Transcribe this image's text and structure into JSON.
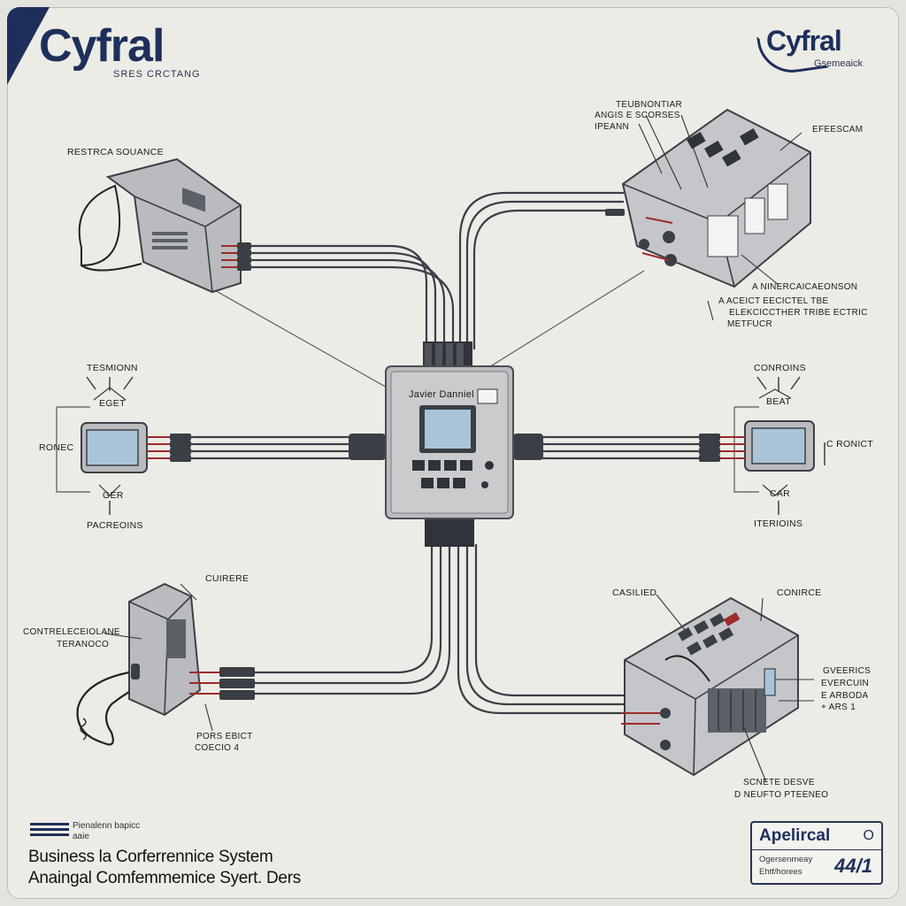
{
  "brand": {
    "logo_main": "Cyfral",
    "logo_main_sub": "SRES CRCTANG",
    "logo_corner": "Cyfral",
    "logo_corner_sub": "Gsemeaick"
  },
  "central_unit": {
    "panel_label": "Javier Danniel"
  },
  "labels": {
    "top_left_device": "RESTRCA SOUANCE",
    "top_right_1": "TEUBNONTIAR",
    "top_right_2": "ANGIS E SCORSES",
    "top_right_3": "IPEANN",
    "top_right_side": "EFEESCAM",
    "top_right_bottom_1": "A NINERCAICAEONSON",
    "top_right_bottom_2": "A ACEICT EECICTEL TBE",
    "top_right_bottom_3": "ELEKCICCTHER TRIBE ECTRIC",
    "top_right_bottom_4": "METFUCR",
    "mid_left_top": "TESMIONN",
    "mid_left_sub_top": "EGET",
    "mid_left_side": "RONEC",
    "mid_left_sub_bottom": "GER",
    "mid_left_bottom": "PACREOINS",
    "mid_right_top": "CONROINS",
    "mid_right_sub_top": "BEAT",
    "mid_right_side": "C RONICT",
    "mid_right_sub_bottom": "CAR",
    "mid_right_bottom": "ITERIOINS",
    "bottom_left_top": "CUIRERE",
    "bottom_left_side_1": "CONTRELECEIOLANE",
    "bottom_left_side_2": "TERANOCO",
    "bottom_left_bottom_1": "PORS EBICT",
    "bottom_left_bottom_2": "COECIO 4",
    "bottom_right_top_1": "CASILIED",
    "bottom_right_top_2": "CONIRCE",
    "bottom_right_side_1": "GVEERICS",
    "bottom_right_side_2": "EVERCUIN",
    "bottom_right_side_3": "E ARBODA",
    "bottom_right_side_4": "+ ARS 1",
    "bottom_right_bottom_1": "SCNETE DESVE",
    "bottom_right_bottom_2": "D NEUFTO PTEENEO"
  },
  "footer": {
    "note": "Pienalenn bapicc",
    "note_sub": "aaie",
    "title_1": "Business la Corferrennice System",
    "title_2": "Anaingal Comfemmemice Syert. Ders"
  },
  "badge": {
    "title": "Apelircal",
    "symbol": "O",
    "line_1": "Ogersenrneay",
    "line_2": "Ehtf/horees",
    "number": "44/1"
  },
  "colors": {
    "navy": "#1e2f5b",
    "device_gray": "#b9bbbe",
    "device_dark": "#5c6068",
    "screen_blue": "#a9c4d8",
    "wire_red": "#9e2a2a",
    "cable": "#3b3f46"
  },
  "icons": {
    "central_unit": "control-panel-icon",
    "top_left": "speaker-handset-icon",
    "top_right": "relay-box-icon",
    "mid_left": "monitor-terminal-icon",
    "mid_right": "monitor-terminal-icon",
    "bottom_left": "telephone-handset-icon",
    "bottom_right": "keypad-box-icon"
  }
}
